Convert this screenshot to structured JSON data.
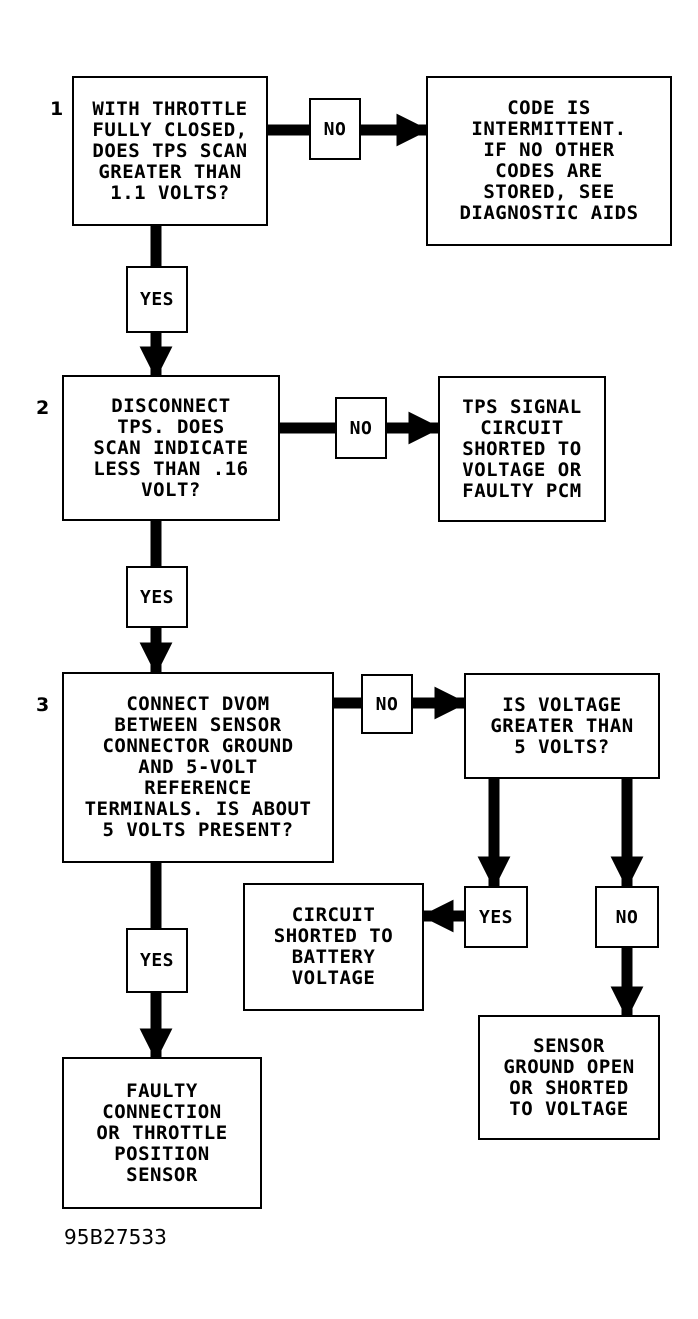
{
  "steps": [
    {
      "number": "1",
      "question": "WITH THROTTLE\nFULLY CLOSED,\nDOES TPS SCAN\nGREATER THAN\n1.1 VOLTS?",
      "no_label": "NO",
      "no_result": "CODE IS\nINTERMITTENT.\nIF NO OTHER\nCODES ARE\nSTORED, SEE\nDIAGNOSTIC AIDS",
      "yes_label": "YES"
    },
    {
      "number": "2",
      "question": "DISCONNECT\nTPS. DOES\nSCAN INDICATE\nLESS THAN .16\nVOLT?",
      "no_label": "NO",
      "no_result": "TPS SIGNAL\nCIRCUIT\nSHORTED TO\nVOLTAGE OR\nFAULTY PCM",
      "yes_label": "YES"
    },
    {
      "number": "3",
      "question": "CONNECT DVOM\nBETWEEN SENSOR\nCONNECTOR GROUND\nAND 5-VOLT\nREFERENCE\nTERMINALS. IS ABOUT\n5 VOLTS PRESENT?",
      "no_label": "NO",
      "no_result": "IS VOLTAGE\nGREATER THAN\n5 VOLTS?",
      "yes_label": "YES",
      "yes_result": "FAULTY\nCONNECTION\nOR THROTTLE\nPOSITION\nSENSOR"
    }
  ],
  "sub_branch": {
    "yes_label": "YES",
    "yes_result": "CIRCUIT\nSHORTED TO\nBATTERY\nVOLTAGE",
    "no_label": "NO",
    "no_result": "SENSOR\nGROUND OPEN\nOR SHORTED\nTO VOLTAGE"
  },
  "figure_code": "95B27533"
}
